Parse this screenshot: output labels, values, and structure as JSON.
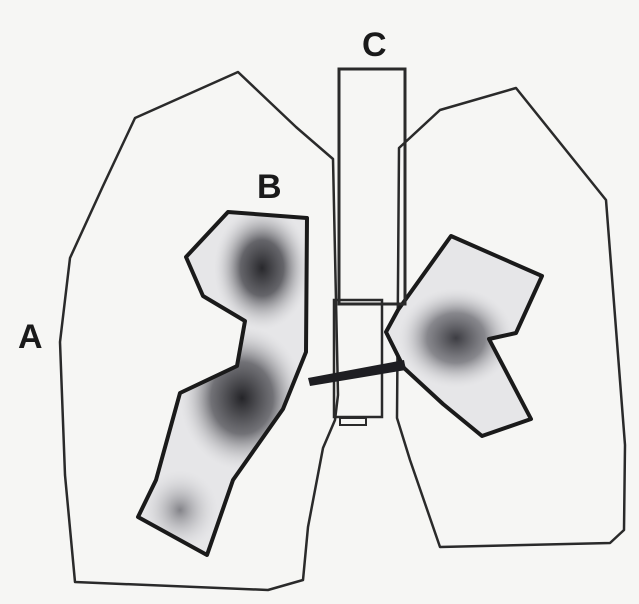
{
  "labels": {
    "a": "A",
    "b": "B",
    "c": "C"
  },
  "colors": {
    "background": "#f6f6f4",
    "outline": "#2a2a2a",
    "activity_dark": "#1e1e22",
    "activity_mid": "#8a8a92"
  }
}
